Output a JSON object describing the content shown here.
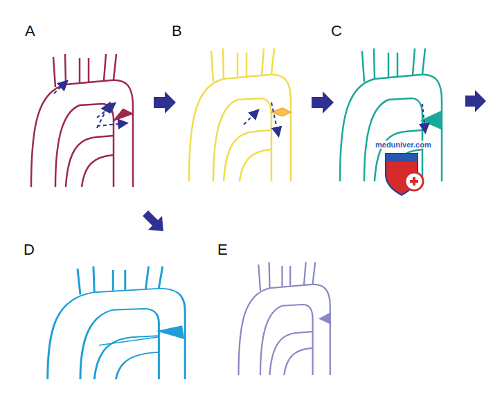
{
  "diagram": {
    "labels": [
      "A",
      "B",
      "C",
      "D",
      "E",
      "meduniver.com"
    ]
  }
}
